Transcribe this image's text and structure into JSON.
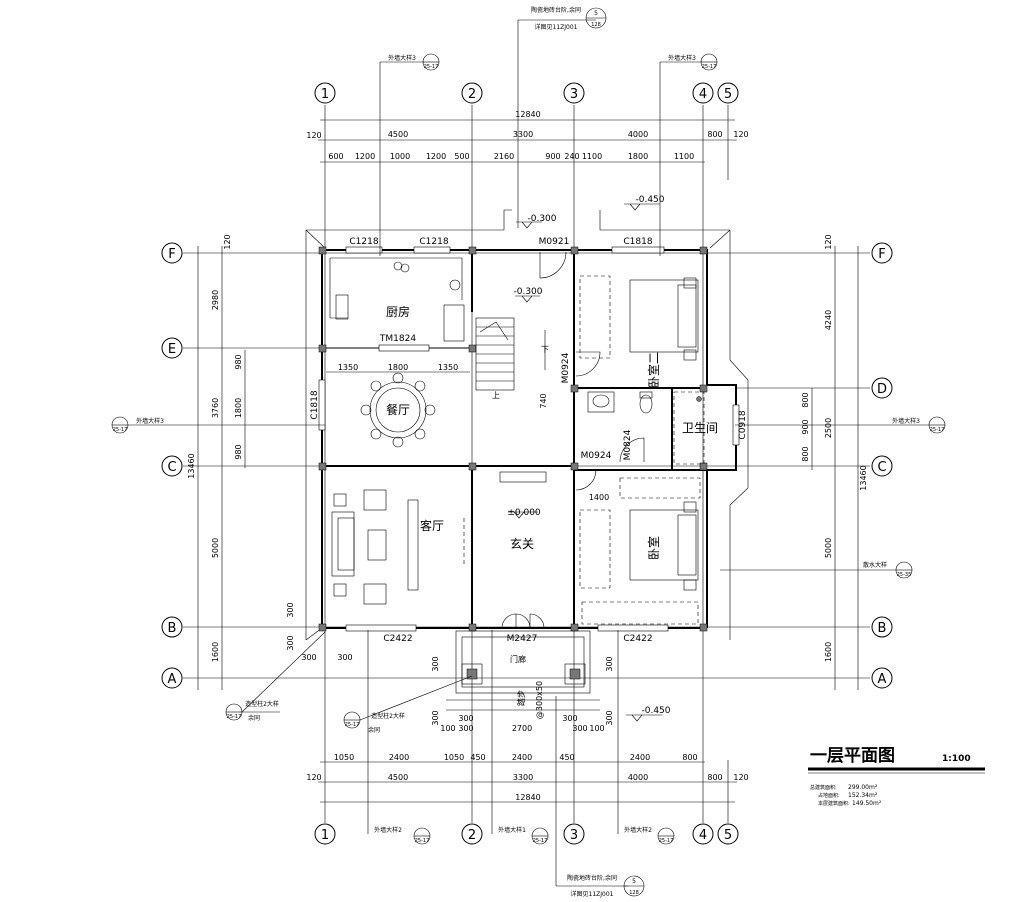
{
  "title": {
    "text": "一层平面图",
    "scale": "1:100"
  },
  "areas": [
    {
      "label": "总建筑面积:",
      "value": "299.00m²"
    },
    {
      "label": "占地面积:",
      "value": "152.34m²"
    },
    {
      "label": "本层建筑面积:",
      "value": "149.50m²"
    }
  ],
  "axes": {
    "x": [
      "1",
      "2",
      "3",
      "4",
      "5"
    ],
    "y": [
      "F",
      "E",
      "D",
      "C",
      "B",
      "A"
    ]
  },
  "rooms": {
    "kitchen": "厨房",
    "dining": "餐厅",
    "living": "客厅",
    "foyer": "玄关",
    "bedroom2": "卧室二",
    "bedroom1": "卧室",
    "bathroom": "卫生间",
    "porch": "门廊"
  },
  "levels": {
    "minus030": "-0.300",
    "minus045": "-0.450",
    "zero": "±0.000"
  },
  "stair_marks": {
    "up": "上",
    "down": "下"
  },
  "openings": {
    "c1218": "C1218",
    "m0921": "M0921",
    "c1818": "C1818",
    "tm1824": "TM1824",
    "m0924": "M0924",
    "c0918": "C0918",
    "m0824": "M0824",
    "c2422": "C2422",
    "m2427": "M2427"
  },
  "dims": {
    "total": "12840",
    "top_outer": [
      "120",
      "800",
      "120"
    ],
    "major": [
      "4500",
      "3300",
      "4000"
    ],
    "top_detail": [
      "600",
      "1200",
      "1000",
      "1200",
      "500",
      "2160",
      "900",
      "240",
      "1100",
      "1800",
      "1100"
    ],
    "bottom_detail": [
      "1050",
      "2400",
      "1050",
      "450",
      "2400",
      "450",
      "2400",
      "800"
    ],
    "left_chain": [
      "120",
      "2980",
      "980",
      "1800",
      "980",
      "3760",
      "13460",
      "5000",
      "1600",
      "300"
    ],
    "right_chain": [
      "120",
      "4240",
      "800",
      "900",
      "800",
      "2500",
      "13460",
      "5000",
      "1600"
    ],
    "kitchen_row": [
      "1350",
      "1800",
      "1350"
    ],
    "misc": [
      "740",
      "1400",
      "300",
      "100",
      "2700",
      "@300x50",
      "踏步"
    ]
  },
  "callouts": {
    "ceramic_top": "陶瓷地砖台阶,余同",
    "ref_top": "详图见11ZJ001",
    "ceramic_bottom": "陶瓷地砖台阶,余同",
    "ref_bottom": "详图见11ZJ001",
    "ref_num": "5",
    "ref_page": "128",
    "wall_detail_3": "外墙大样3",
    "wall_detail_1": "外墙大样1",
    "wall_detail_2": "外墙大样2",
    "column_detail": "造型柱2大样",
    "same": "余同",
    "sill_detail": "散水大样",
    "sheet": "25-17",
    "sheet_b": "25-35"
  },
  "colors": {
    "ink": "#000000",
    "column": "#777777",
    "paper": "#ffffff"
  }
}
